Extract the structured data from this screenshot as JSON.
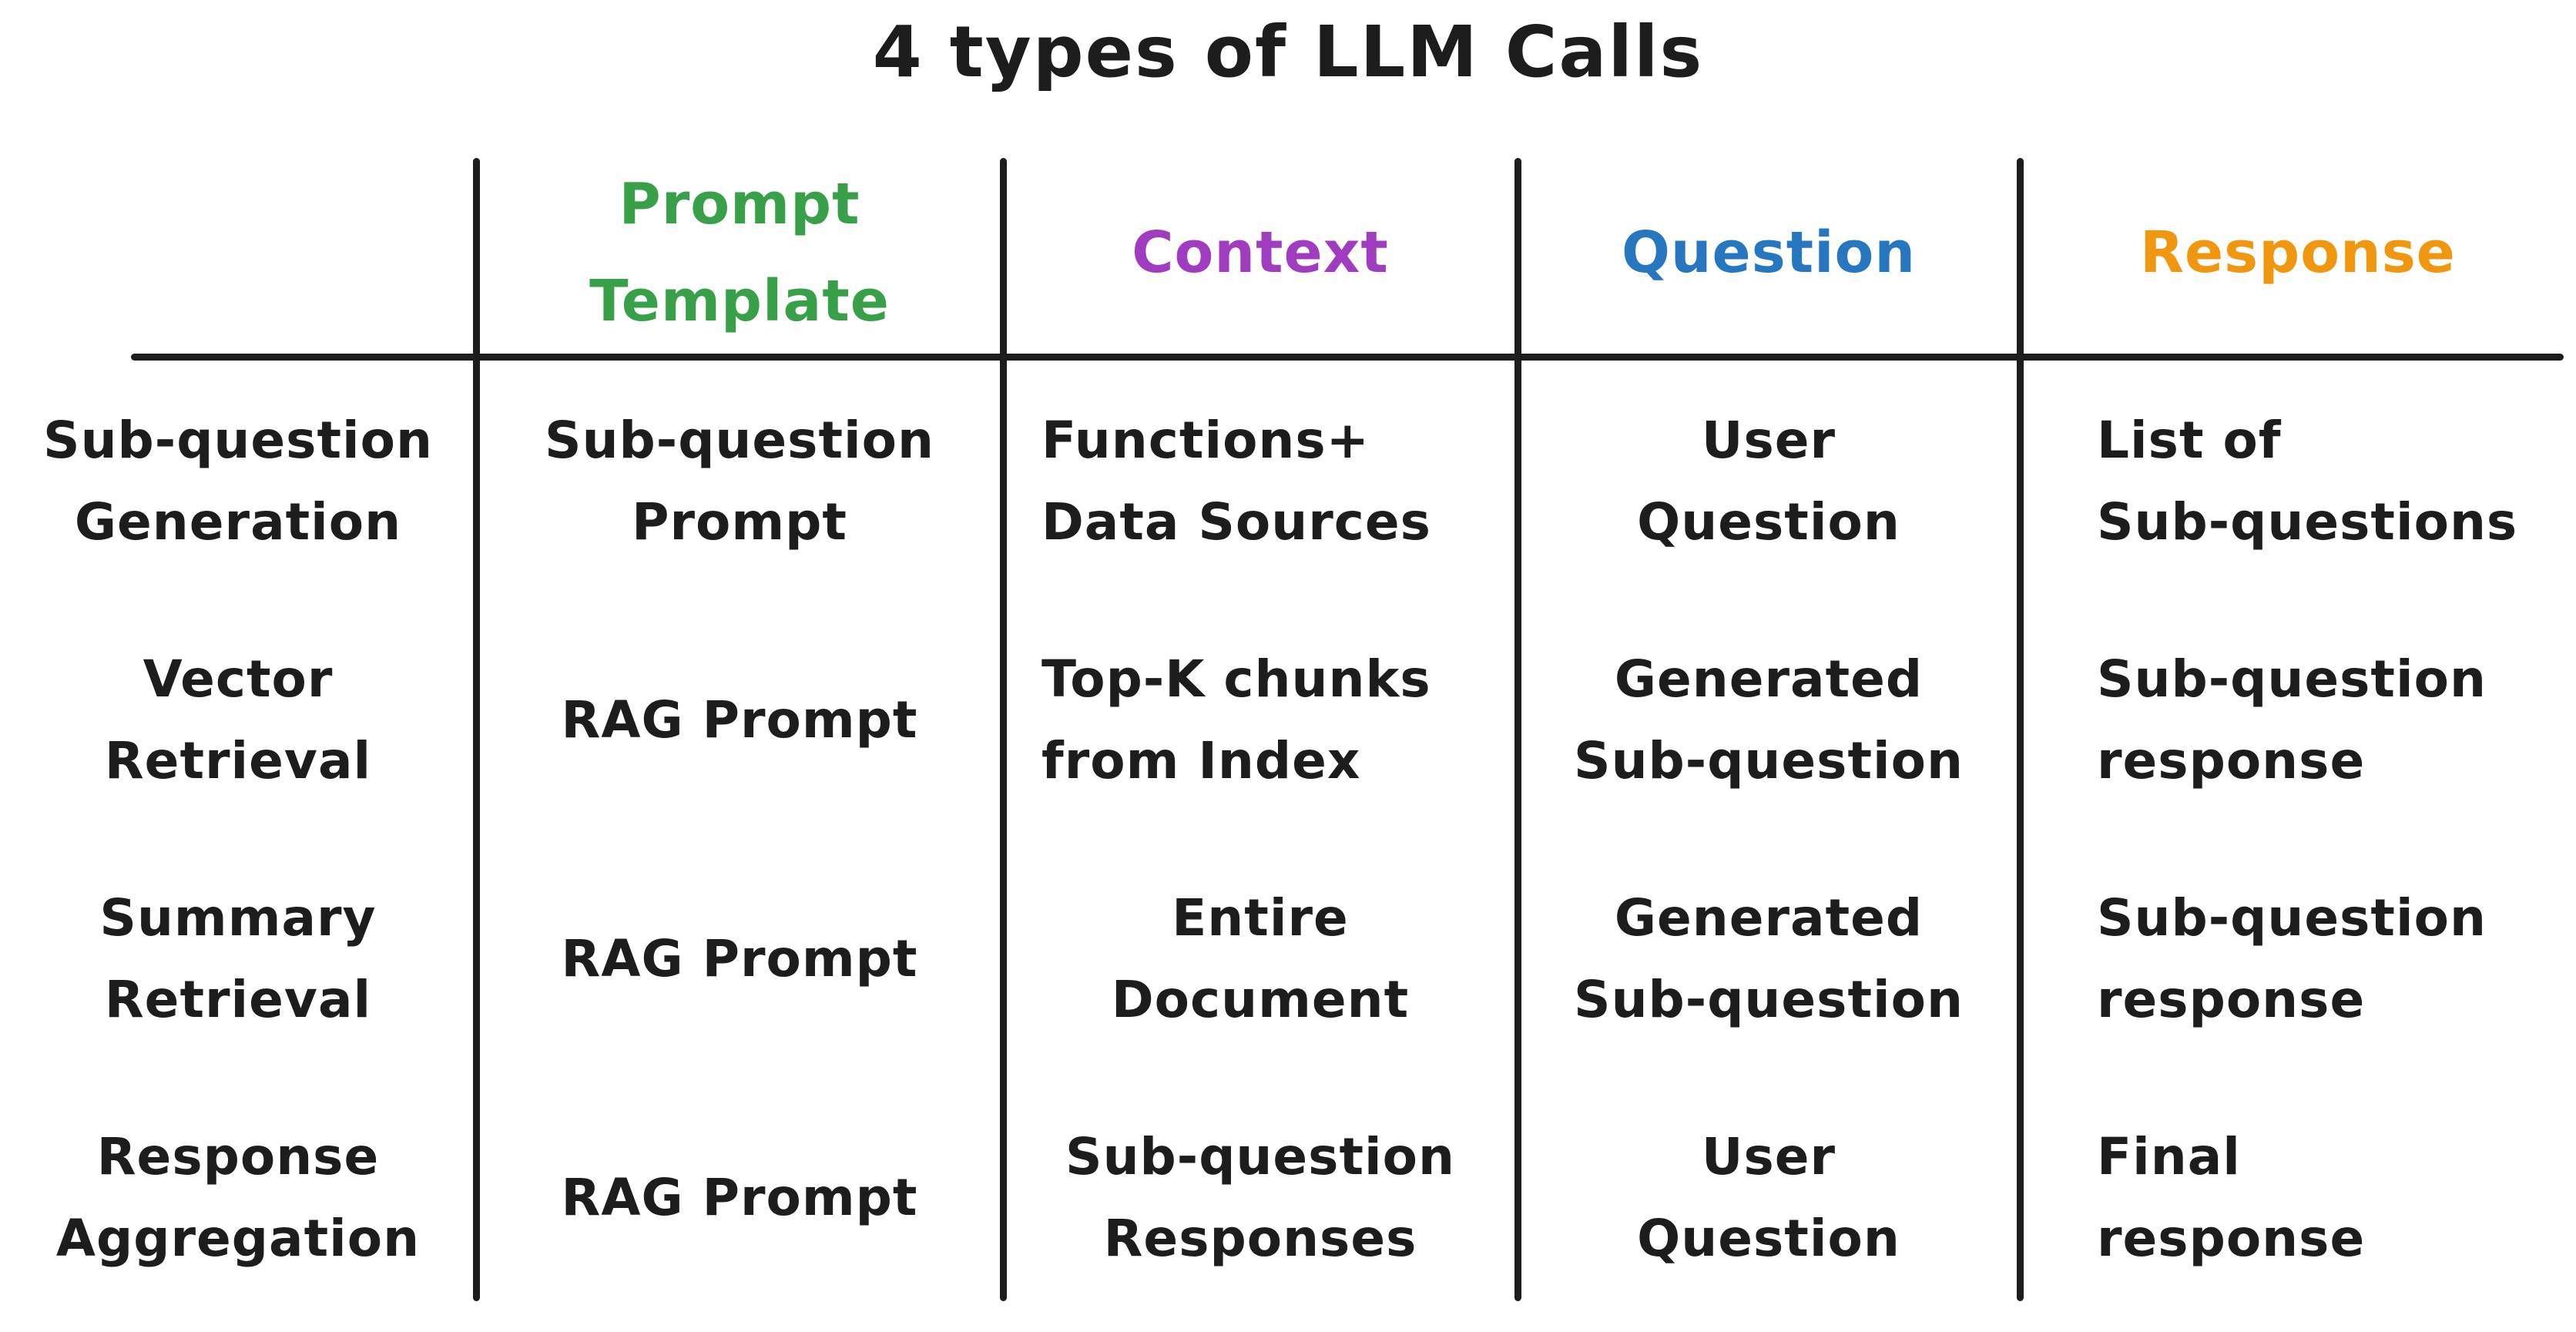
{
  "title": "4 types of LLM Calls",
  "colors": {
    "ink": "#1d1d1d",
    "prompt_template": "#39a04a",
    "context": "#a03cc0",
    "question": "#2677c0",
    "response": "#f0960f"
  },
  "table": {
    "columns": [
      {
        "label": ""
      },
      {
        "label": "Prompt\nTemplate"
      },
      {
        "label": "Context"
      },
      {
        "label": "Question"
      },
      {
        "label": "Response"
      }
    ],
    "rows": [
      {
        "cells": [
          "Sub-question\nGeneration",
          "Sub-question\nPrompt",
          "Functions+\nData Sources",
          "User\nQuestion",
          "List of\nSub-questions"
        ]
      },
      {
        "cells": [
          "Vector\nRetrieval",
          "RAG Prompt",
          "Top-K chunks\nfrom Index",
          "Generated\nSub-question",
          "Sub-question\nresponse"
        ]
      },
      {
        "cells": [
          "Summary\nRetrieval",
          "RAG Prompt",
          "Entire\nDocument",
          "Generated\nSub-question",
          "Sub-question\nresponse"
        ]
      },
      {
        "cells": [
          "Response\nAggregation",
          "RAG Prompt",
          "Sub-question\nResponses",
          "User\nQuestion",
          "Final\nresponse"
        ]
      }
    ]
  }
}
